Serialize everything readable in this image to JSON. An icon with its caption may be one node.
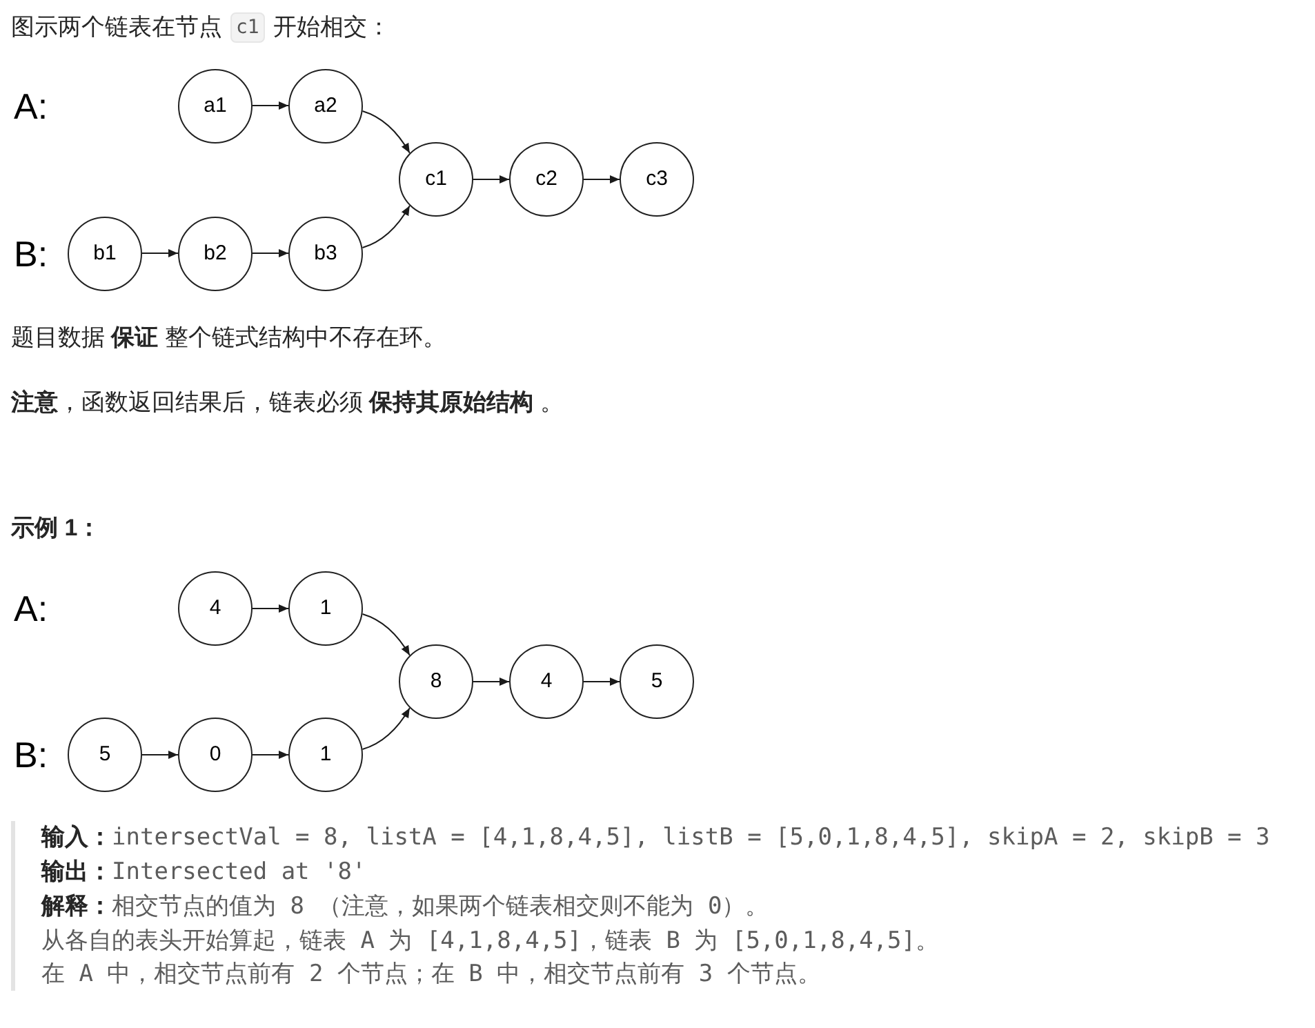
{
  "diagram": {
    "nodes": [
      {
        "text": [
          "a1"
        ]
      },
      {
        "text": [
          "a2"
        ]
      },
      {
        "text": [
          "c1"
        ]
      },
      {
        "text": [
          "c2"
        ]
      },
      {
        "text": [
          "c3"
        ]
      },
      {
        "text": [
          "b1"
        ]
      },
      {
        "text": [
          "b2"
        ]
      },
      {
        "text": [
          "b3"
        ]
      },
      {
        "text": [
          "4"
        ]
      },
      {
        "text": [
          "1"
        ]
      },
      {
        "text": [
          "8"
        ]
      },
      {
        "text": [
          "4"
        ]
      },
      {
        "text": [
          "5"
        ]
      },
      {
        "text": [
          "5"
        ]
      },
      {
        "text": [
          "0"
        ]
      },
      {
        "text": [
          "1"
        ]
      }
    ],
    "edges": [
      {
        "from": 0,
        "to": 1,
        "arrow": "to"
      },
      {
        "from": 1,
        "to": 2,
        "arrow": "to"
      },
      {
        "from": 2,
        "to": 3,
        "arrow": "to"
      },
      {
        "from": 3,
        "to": 4,
        "arrow": "to"
      },
      {
        "from": 5,
        "to": 6,
        "arrow": "to"
      },
      {
        "from": 6,
        "to": 7,
        "arrow": "to"
      },
      {
        "from": 7,
        "to": 2,
        "arrow": "to"
      },
      {
        "from": 8,
        "to": 9,
        "arrow": "to"
      },
      {
        "from": 9,
        "to": 10,
        "arrow": "to"
      },
      {
        "from": 10,
        "to": 11,
        "arrow": "to"
      },
      {
        "from": 11,
        "to": 12,
        "arrow": "to"
      },
      {
        "from": 13,
        "to": 14,
        "arrow": "to"
      },
      {
        "from": 14,
        "to": 15,
        "arrow": "to"
      },
      {
        "from": 15,
        "to": 10,
        "arrow": "to"
      }
    ],
    "labels": [
      "图示两个链表在节点",
      "c1",
      "开始相交：",
      "A:",
      "B:",
      "题目数据 **保证** 整个链式结构中不存在环。",
      "**注意**，函数返回结果后，链表必须 **保持其原始结构** 。",
      "示例 1：",
      "A:",
      "B:",
      "**输入：**intersectVal = 8, listA = [4,1,8,4,5], listB = [5,0,1,8,4,5], skipA = 2, skipB = 3",
      "**输出：**Intersected at '8'",
      "**解释：**相交节点的值为 8 （注意，如果两个链表相交则不能为 0）。",
      "从各自的表头开始算起，链表 A 为 [4,1,8,4,5]，链表 B 为 [5,0,1,8,4,5]。",
      "在 A 中，相交节点前有 2 个节点；在 B 中，相交节点前有 3 个节点。"
    ]
  }
}
